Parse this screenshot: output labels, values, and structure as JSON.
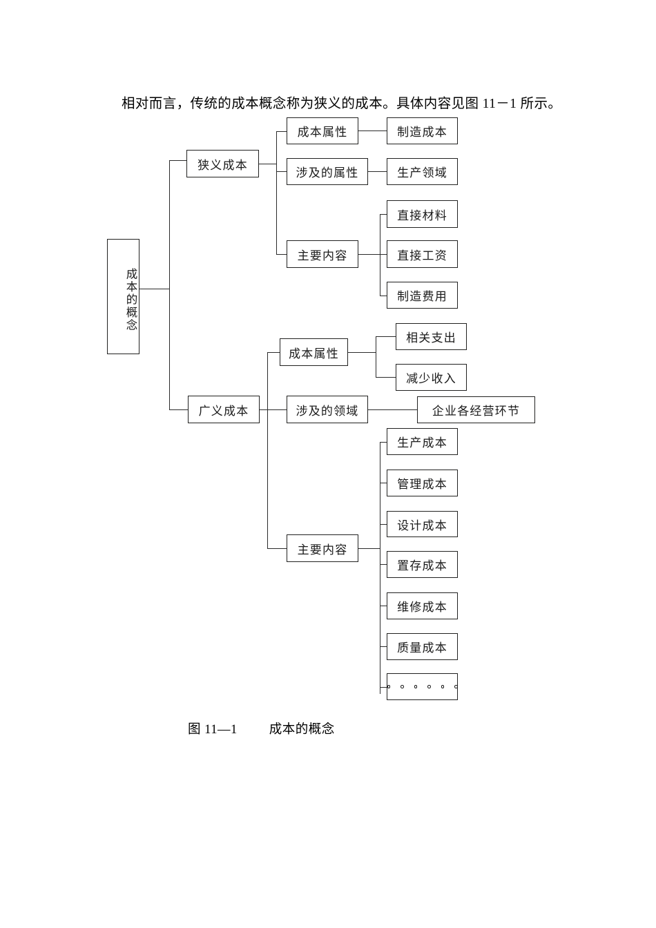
{
  "document": {
    "intro_text": "相对而言，传统的成本概念称为狭义的成本。具体内容见图 11－1 所示。",
    "caption_label": "图 11—1",
    "caption_title": "成本的概念"
  },
  "diagram": {
    "type": "tree-diagram",
    "root": {
      "label": "成本的概念"
    },
    "branches": [
      {
        "label": "狭义成本",
        "children": [
          {
            "label": "成本属性",
            "leaves": [
              {
                "label": "制造成本"
              }
            ]
          },
          {
            "label": "涉及的属性",
            "leaves": [
              {
                "label": "生产领域"
              }
            ]
          },
          {
            "label": "主要内容",
            "leaves": [
              {
                "label": "直接材料"
              },
              {
                "label": "直接工资"
              },
              {
                "label": "制造费用"
              }
            ]
          }
        ]
      },
      {
        "label": "广义成本",
        "children": [
          {
            "label": "成本属性",
            "leaves": [
              {
                "label": "相关支出"
              },
              {
                "label": "减少收入"
              }
            ]
          },
          {
            "label": "涉及的领域",
            "leaves": [
              {
                "label": "企业各经营环节"
              }
            ]
          },
          {
            "label": "主要内容",
            "leaves": [
              {
                "label": "生产成本"
              },
              {
                "label": "管理成本"
              },
              {
                "label": "设计成本"
              },
              {
                "label": "置存成本"
              },
              {
                "label": "维修成本"
              },
              {
                "label": "质量成本"
              },
              {
                "label": ""
              }
            ]
          }
        ]
      }
    ]
  }
}
